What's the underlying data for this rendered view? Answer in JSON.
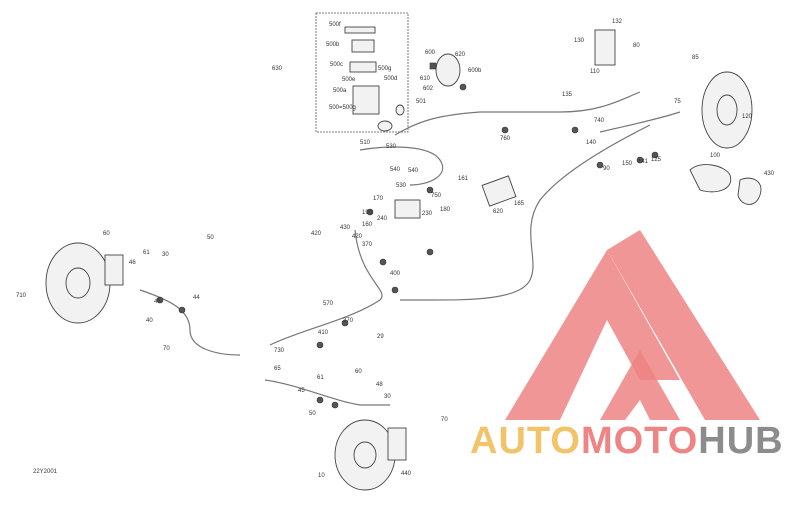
{
  "diagram": {
    "code": "22Y2001",
    "colors": {
      "line": "#555555",
      "logo_red": "#ef8484",
      "logo_yellow": "#f3c36a",
      "logo_gray": "#8c8c8c"
    },
    "callouts": [
      "500f",
      "500b",
      "500c",
      "500g",
      "500e",
      "500d",
      "500a",
      "500=500g",
      "630",
      "600",
      "620",
      "610",
      "600b",
      "602",
      "501",
      "530",
      "510",
      "540",
      "540",
      "530",
      "170",
      "240",
      "230",
      "180",
      "190",
      "160",
      "161",
      "165",
      "620",
      "750",
      "760",
      "740",
      "135",
      "132",
      "130",
      "110",
      "80",
      "85",
      "75",
      "120",
      "140",
      "141",
      "150",
      "125",
      "90",
      "100",
      "430",
      "420",
      "430",
      "420",
      "370",
      "400",
      "570",
      "370",
      "410",
      "29",
      "60",
      "61",
      "30",
      "50",
      "46",
      "45",
      "40",
      "44",
      "70",
      "710",
      "730",
      "65",
      "61",
      "60",
      "48",
      "45",
      "50",
      "30",
      "70",
      "10",
      "440"
    ],
    "logo": {
      "part1": "AUTO",
      "part2": "MOTO",
      "part3": "HUB"
    }
  }
}
